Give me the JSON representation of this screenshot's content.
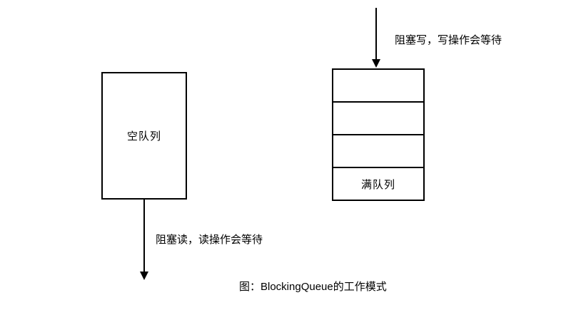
{
  "diagram": {
    "empty_queue": {
      "label": "空队列"
    },
    "full_queue": {
      "label": "满队列",
      "cell_count": 4,
      "empty_cell_count": 3
    },
    "write_arrow": {
      "label": "阻塞写，写操作会等待"
    },
    "read_arrow": {
      "label": "阻塞读，读操作会等待"
    },
    "caption": "图：BlockingQueue的工作模式",
    "colors": {
      "line": "#000000",
      "text": "#000000",
      "background": "#ffffff"
    }
  }
}
